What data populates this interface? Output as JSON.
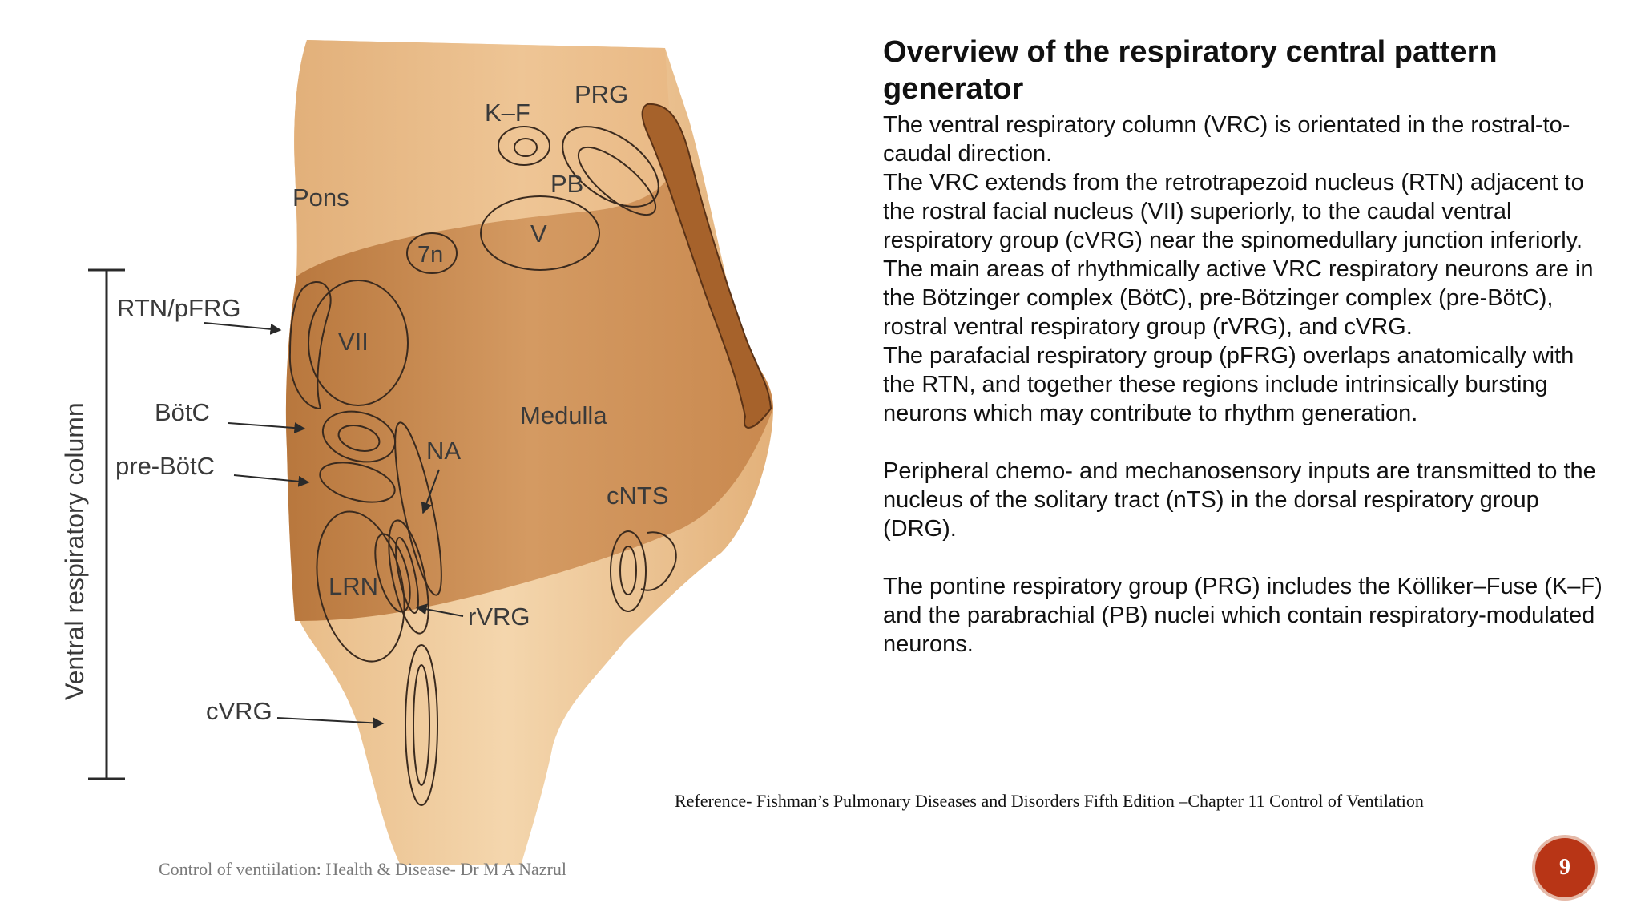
{
  "diagram": {
    "labels": {
      "pons": "Pons",
      "kf": "K–F",
      "prg": "PRG",
      "pb": "PB",
      "v": "V",
      "seven_n": "7n",
      "vii": "VII",
      "medulla": "Medulla",
      "rtn_pfrg": "RTN/pFRG",
      "botc": "BötC",
      "pre_botc": "pre-BötC",
      "na": "NA",
      "cnts": "cNTS",
      "lrn": "LRN",
      "rvrg": "rVRG",
      "cvrg": "cVRG",
      "vrc_axis": "Ventral respiratory column"
    }
  },
  "content": {
    "title": "Overview of the respiratory central pattern generator",
    "paragraphs": [
      "The ventral respiratory column (VRC) is orientated in the rostral-to-caudal direction.",
      "The VRC extends from the retrotrapezoid nucleus (RTN) adjacent to the rostral facial nucleus (VII) superiorly, to the caudal ventral respiratory group (cVRG) near the spinomedullary junction inferiorly.",
      "The main areas of rhythmically active VRC respiratory neurons are in the Bötzinger complex (BötC), pre-Bötzinger complex (pre-BötC), rostral ventral respiratory group (rVRG), and cVRG.",
      "The parafacial respiratory group (pFRG) overlaps anatomically with the RTN, and together these regions include intrinsically bursting neurons which may contribute to rhythm generation."
    ],
    "paragraph_peripheral": "Peripheral chemo- and mechanosensory inputs are transmitted to the nucleus of the solitary tract (nTS) in the dorsal respiratory group (DRG).",
    "paragraph_pontine": "The pontine respiratory group (PRG) includes the Kölliker–Fuse (K–F) and the parabrachial (PB) nuclei which contain respiratory-modulated neurons."
  },
  "reference": "Reference- Fishman’s Pulmonary Diseases and Disorders Fifth Edition –Chapter 11 Control of Ventilation",
  "footer": "Control of ventiilation: Health & Disease- Dr M A Nazrul",
  "page_number": "9",
  "colors": {
    "tissue_light": "#f0cfa2",
    "tissue_mid": "#d9a06a",
    "tissue_dark": "#b8773d",
    "outline": "#3a2a1e",
    "badge": "#b83516"
  }
}
